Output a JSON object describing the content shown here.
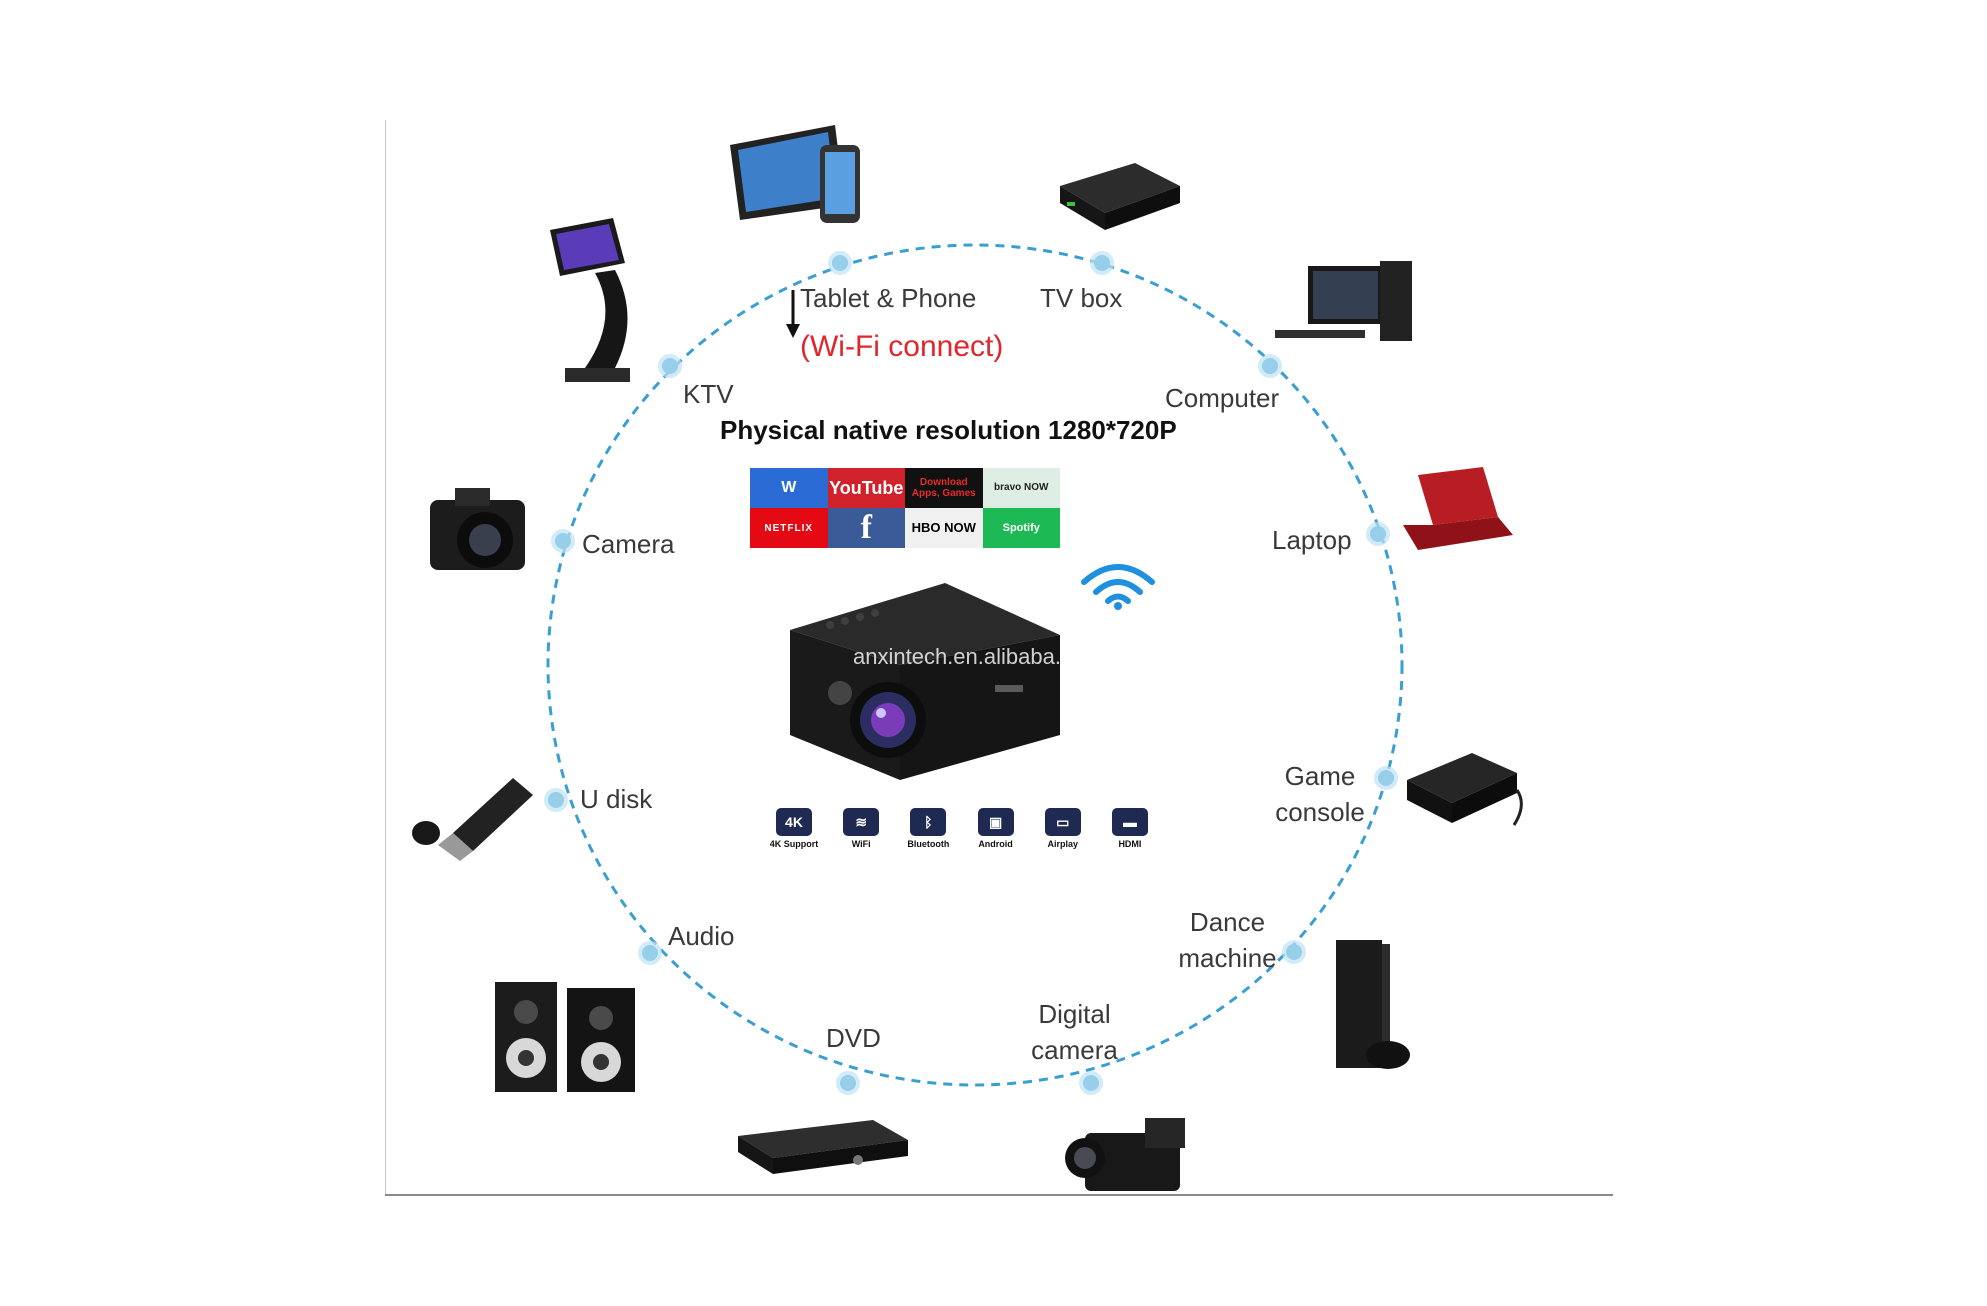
{
  "center": {
    "title": "Physical native resolution 1280*720P",
    "wifi_connect": "(Wi-Fi connect)",
    "watermark": "anxintech.en.alibaba.com"
  },
  "apps": [
    {
      "label": "W",
      "style": "word"
    },
    {
      "label": "YouTube",
      "style": "yt"
    },
    {
      "label": "Download Apps, Games",
      "style": "dl"
    },
    {
      "label": "bravo NOW",
      "style": "bravo"
    },
    {
      "label": "NETFLIX",
      "style": "netflix"
    },
    {
      "label": "f",
      "style": "fb"
    },
    {
      "label": "HBO NOW",
      "style": "hbo"
    },
    {
      "label": "Spotify",
      "style": "spotify"
    }
  ],
  "features": [
    {
      "label": "4K Support",
      "icon": "4k-icon",
      "glyph": "4K"
    },
    {
      "label": "WiFi",
      "icon": "wifi-icon",
      "glyph": "≋"
    },
    {
      "label": "Bluetooth",
      "icon": "bluetooth-icon",
      "glyph": "ᛒ"
    },
    {
      "label": "Android",
      "icon": "android-icon",
      "glyph": "▣"
    },
    {
      "label": "Airplay",
      "icon": "airplay-icon",
      "glyph": "▭"
    },
    {
      "label": "HDMI",
      "icon": "hdmi-icon",
      "glyph": "▬"
    }
  ],
  "devices": {
    "tablet_phone": "Tablet & Phone",
    "tv_box": "TV box",
    "computer": "Computer",
    "laptop": "Laptop",
    "game_console": "Game console",
    "dance_machine": "Dance machine",
    "digital_camera": "Digital camera",
    "dvd": "DVD",
    "audio": "Audio",
    "u_disk": "U disk",
    "camera": "Camera",
    "ktv": "KTV"
  },
  "colors": {
    "ring": "#3a9fd0",
    "wifi_connect": "#e0262b",
    "wifi_signal": "#1f8fe0",
    "feature_bg": "#1f2a52"
  }
}
